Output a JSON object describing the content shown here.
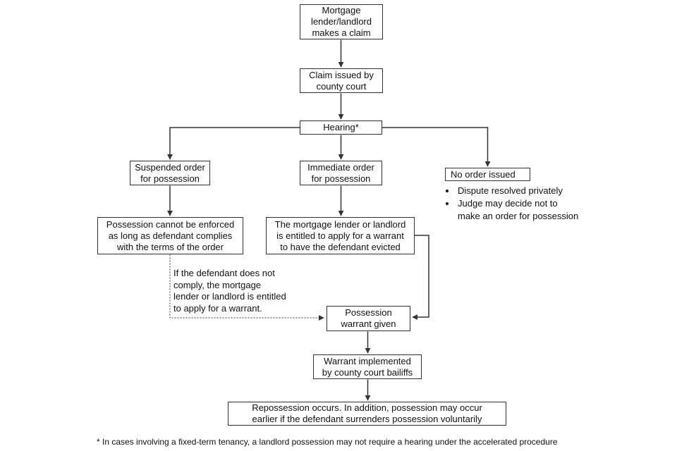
{
  "colors": {
    "background": "#ffffff",
    "box_border": "#2f2f2f",
    "text": "#111111",
    "connector": "#333333"
  },
  "nodes": {
    "claim": "Mortgage lender/landlord makes a claim",
    "claim_issued": "Claim issued by county court",
    "hearing": "Hearing*",
    "suspended_order": "Suspended order for possession",
    "immediate_order": "Immediate order for possession",
    "no_order": "No order issued",
    "possession_not_enforced": "Possession cannot be enforced as long as defendant complies with the terms of the order",
    "warrant_entitlement": "The mortgage lender or landlord is entitled to apply for a warrant to have the defendant evicted",
    "warrant_given": "Possession warrant given",
    "warrant_implemented": "Warrant implemented by county court bailiffs",
    "repossession": "Repossession occurs. In addition, possession may occur earlier if the defendant surrenders possession voluntarily"
  },
  "no_order_bullets": [
    "Dispute resolved privately",
    "Judge may decide not to make an order for possession"
  ],
  "non_compliance_note_lines": [
    "If the defendant does not",
    "comply, the mortgage",
    "lender or landlord is entitled",
    "to apply for a warrant."
  ],
  "footnote": "* In cases involving a fixed-term tenancy, a landlord possession may not require a hearing under the accelerated procedure"
}
